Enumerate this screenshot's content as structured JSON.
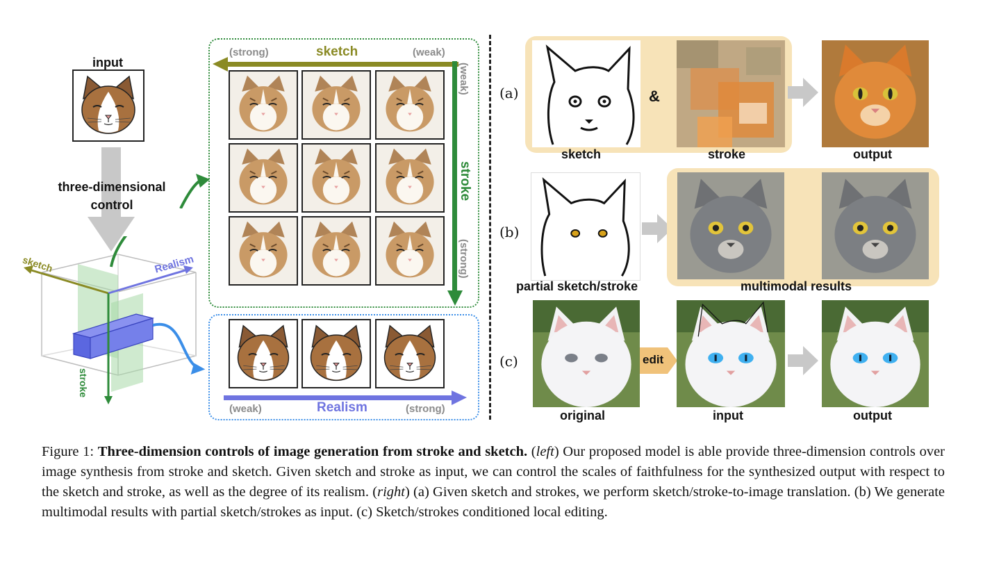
{
  "left": {
    "input_label": "input",
    "control_label_line1": "three-dimensional",
    "control_label_line2": "control",
    "cube_axis_sketch": "sketch",
    "cube_axis_realism": "Realism",
    "cube_axis_stroke": "stroke"
  },
  "grid": {
    "sketch_label": "sketch",
    "sketch_strong": "(strong)",
    "sketch_weak": "(weak)",
    "stroke_label": "stroke",
    "stroke_weak": "(weak)",
    "stroke_strong": "(strong)"
  },
  "realism": {
    "label": "Realism",
    "weak": "(weak)",
    "strong": "(strong)"
  },
  "right": {
    "a_tag": "(a)",
    "a_sketch": "sketch",
    "a_amp": "&",
    "a_stroke": "stroke",
    "a_output": "output",
    "b_tag": "(b)",
    "b_partial": "partial sketch/stroke",
    "b_multimodal": "multimodal results",
    "c_tag": "(c)",
    "c_original": "original",
    "c_edit": "edit",
    "c_input": "input",
    "c_output": "output"
  },
  "caption": {
    "prefix": "Figure 1: ",
    "bold": "Three-dimension controls of image generation from stroke and sketch.",
    "part1": " (",
    "left_word": "left",
    "part2": ") Our proposed model is able provide three-dimension controls over image synthesis from stroke and sketch. Given sketch and stroke as input, we can control the scales of faithfulness for the synthesized output with respect to the sketch and stroke, as well as the degree of its realism. (",
    "right_word": "right",
    "part3": ") (a) Given sketch and strokes, we perform sketch/stroke-to-image translation. (b) We generate multimodal results with partial sketch/strokes as input. (c) Sketch/strokes conditioned local editing."
  },
  "colors": {
    "sketch_olive": "#8a8a24",
    "stroke_green": "#2e8b3a",
    "realism_blue": "#6f74e0",
    "panel_beige": "#f7e3b8",
    "edit_orange": "#f0c27a"
  }
}
